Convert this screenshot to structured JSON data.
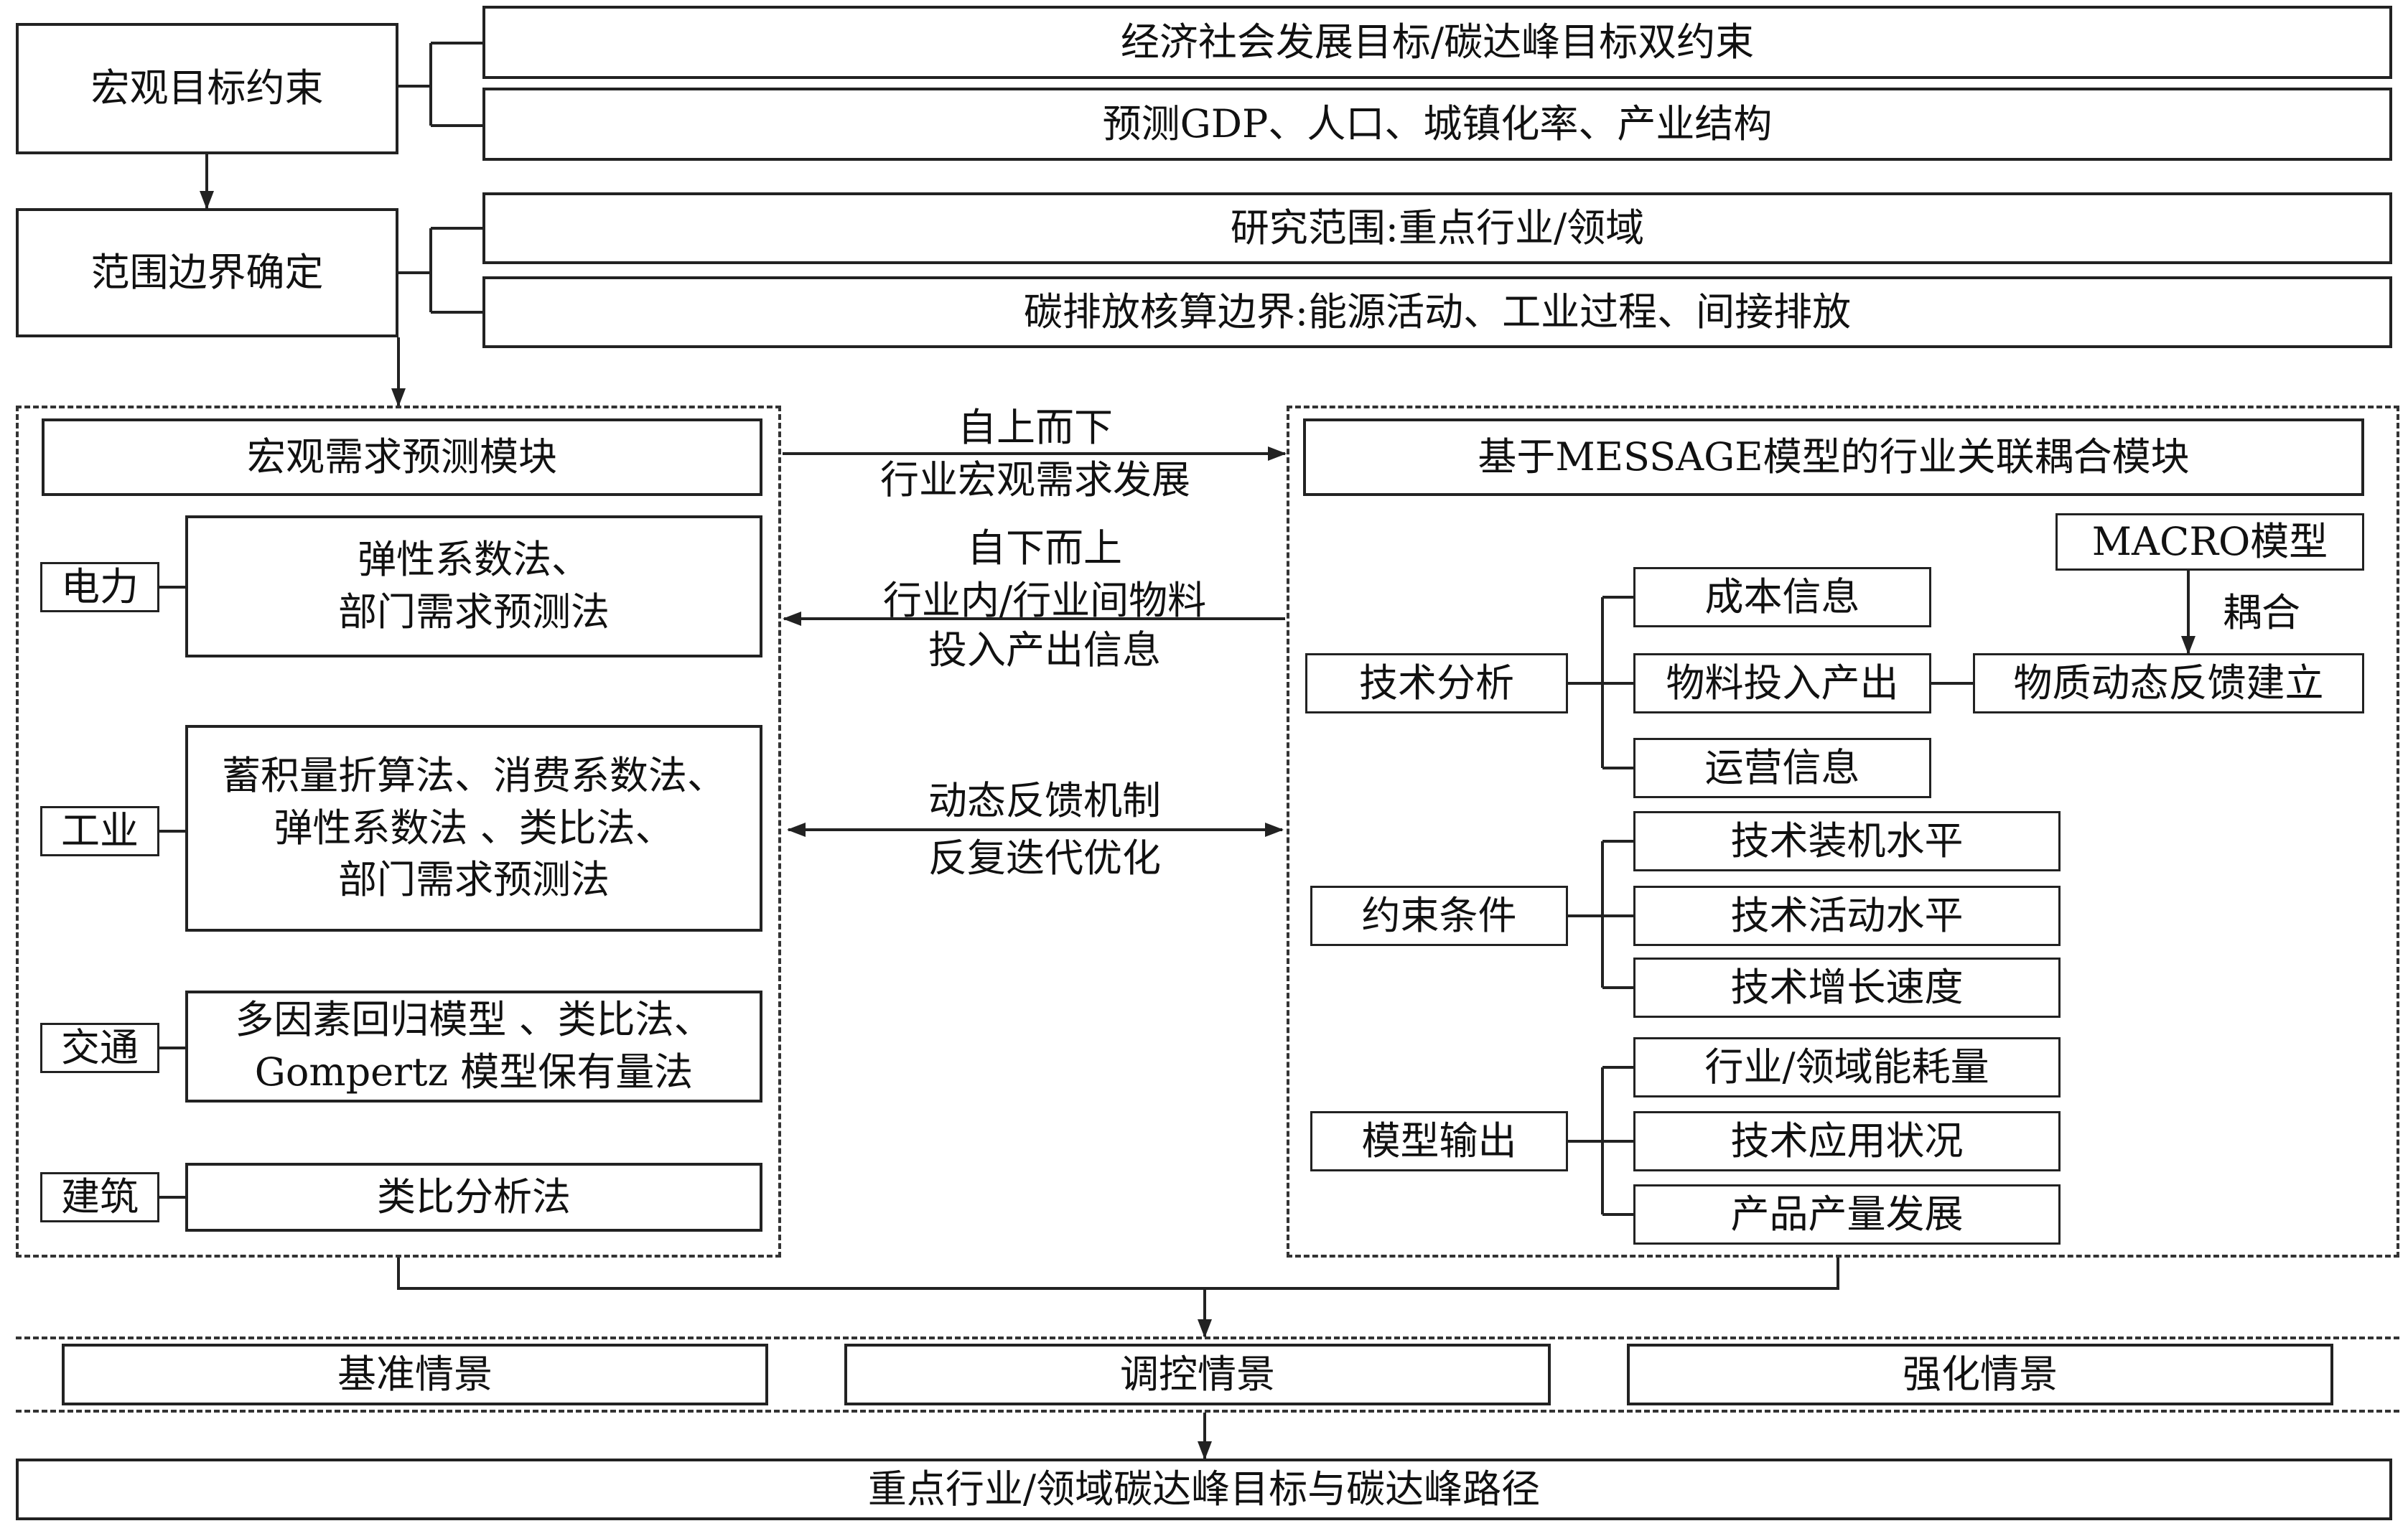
{
  "top": {
    "macro_constraint": "宏观目标约束",
    "dual_constraint": "经济社会发展目标/碳达峰目标双约束",
    "forecast_indicators": "预测GDP、人口、城镇化率、产业结构",
    "boundary": "范围边界确定",
    "research_scope": "研究范围:重点行业/领域",
    "accounting_boundary": "碳排放核算边界:能源活动、工业过程、间接排放"
  },
  "left_module": {
    "title": "宏观需求预测模块",
    "sectors": [
      {
        "name": "电力",
        "methods": [
          "弹性系数法、",
          "部门需求预测法"
        ]
      },
      {
        "name": "工业",
        "methods": [
          "蓄积量折算法、消费系数法、",
          "弹性系数法 、类比法、",
          "部门需求预测法"
        ]
      },
      {
        "name": "交通",
        "methods": [
          "多因素回归模型 、类比法、",
          "Gompertz 模型保有量法"
        ]
      },
      {
        "name": "建筑",
        "methods": [
          "类比分析法"
        ]
      }
    ]
  },
  "middle": {
    "top_down": [
      "自上而下",
      "行业宏观需求发展"
    ],
    "bottom_up": [
      "自下而上",
      "行业内/行业间物料",
      "投入产出信息"
    ],
    "feedback": [
      "动态反馈机制",
      "反复迭代优化"
    ]
  },
  "right_module": {
    "title": "基于MESSAGE模型的行业关联耦合模块",
    "macro_model": "MACRO模型",
    "coupling_label": "耦合",
    "feedback_build": "物质动态反馈建立",
    "groups": [
      {
        "name": "技术分析",
        "items": [
          "成本信息",
          "物料投入产出",
          "运营信息"
        ]
      },
      {
        "name": "约束条件",
        "items": [
          "技术装机水平",
          "技术活动水平",
          "技术增长速度"
        ]
      },
      {
        "name": "模型输出",
        "items": [
          "行业/领域能耗量",
          "技术应用状况",
          "产品产量发展"
        ]
      }
    ]
  },
  "scenarios": [
    "基准情景",
    "调控情景",
    "强化情景"
  ],
  "final_output": "重点行业/领域碳达峰目标与碳达峰路径"
}
